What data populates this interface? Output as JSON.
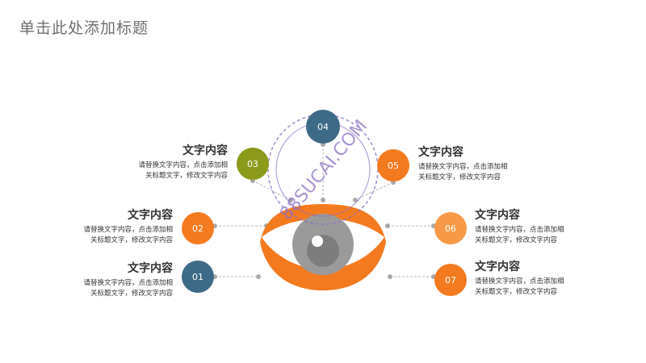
{
  "slide": {
    "title": "单击此处添加标题"
  },
  "palette": {
    "orange": "#F47A1F",
    "orange_light": "#F79A48",
    "olive": "#8C9A1C",
    "teal": "#3D6A86",
    "dot": "#A9A9A9",
    "iris_outer": "#9A9A9A",
    "iris_inner": "#7D7D7D",
    "watermark": "#8A6FC4"
  },
  "watermark": {
    "text": "88SUCAI.COM"
  },
  "nodes": [
    {
      "id": "n01",
      "number": "01",
      "color": "#3D6A86",
      "heading": "文字内容",
      "description": "请替换文字内容，点击添加相关标题文字，修改文字内容"
    },
    {
      "id": "n02",
      "number": "02",
      "color": "#F47A1F",
      "heading": "文字内容",
      "description": "请替换文字内容，点击添加相关标题文字，修改文字内容"
    },
    {
      "id": "n03",
      "number": "03",
      "color": "#8C9A1C",
      "heading": "文字内容",
      "description": "请替换文字内容，点击添加相关标题文字，修改文字内容"
    },
    {
      "id": "n04",
      "number": "04",
      "color": "#3D6A86",
      "heading": "",
      "description": ""
    },
    {
      "id": "n05",
      "number": "05",
      "color": "#F47A1F",
      "heading": "文字内容",
      "description": "请替换文字内容，点击添加相关标题文字，修改文字内容"
    },
    {
      "id": "n06",
      "number": "06",
      "color": "#F79A48",
      "heading": "文字内容",
      "description": "请替换文字内容，点击添加相关标题文字，修改文字内容"
    },
    {
      "id": "n07",
      "number": "07",
      "color": "#F47A1F",
      "heading": "文字内容",
      "description": "请替换文字内容，点击添加相关标题文字，修改文字内容"
    }
  ]
}
